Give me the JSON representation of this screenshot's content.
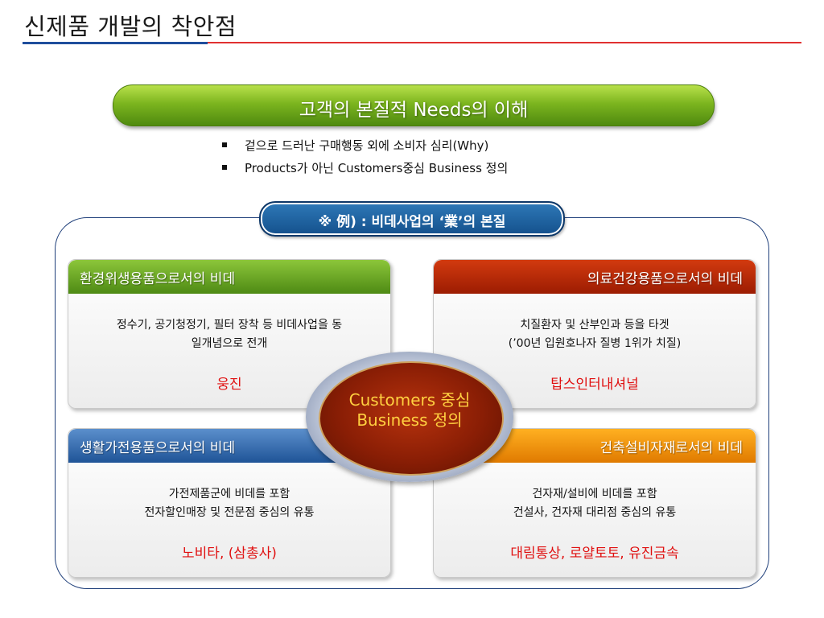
{
  "title": "신제품 개발의 착안점",
  "banner": "고객의 본질적 Needs의 이해",
  "bullets": [
    "겉으로 드러난 구매행동 외에 소비자 심리(Why)",
    "Products가 아닌 Customers중심 Business 정의"
  ],
  "example_label": "※ 例) : 비데사업의 ‘業’의 본질",
  "center": {
    "line1": "Customers 중심",
    "line2": "Business 정의"
  },
  "panels": [
    {
      "header": "환경위생용품으로서의 비데",
      "lines": [
        "정수기, 공기청정기, 필터 장착 등 비데사업을 동",
        "일개념으로 전개"
      ],
      "company": "웅진"
    },
    {
      "header": "의료건강용품으로서의 비데",
      "lines": [
        "치질환자 및 산부인과 등을 타겟",
        "(’00년 입원호나자 질병 1위가 치질)"
      ],
      "company": "탑스인터내셔널"
    },
    {
      "header": "생활가전용품으로서의 비데",
      "lines": [
        "가전제품군에 비데를 포함",
        "전자할인매장 및 전문점 중심의 유통"
      ],
      "company": "노비타, (삼총사)"
    },
    {
      "header": "건축설비자재로서의 비데",
      "lines": [
        "건자재/설비에 비데를 포함",
        "건설사, 건자재 대리점 중심의 유통"
      ],
      "company": "대림통상, 로얄토토, 유진금속"
    }
  ],
  "colors": {
    "green": "#6aa520",
    "red": "#b82a08",
    "blue": "#2f64a8",
    "orange": "#f08c00",
    "company_text": "#e01010"
  }
}
